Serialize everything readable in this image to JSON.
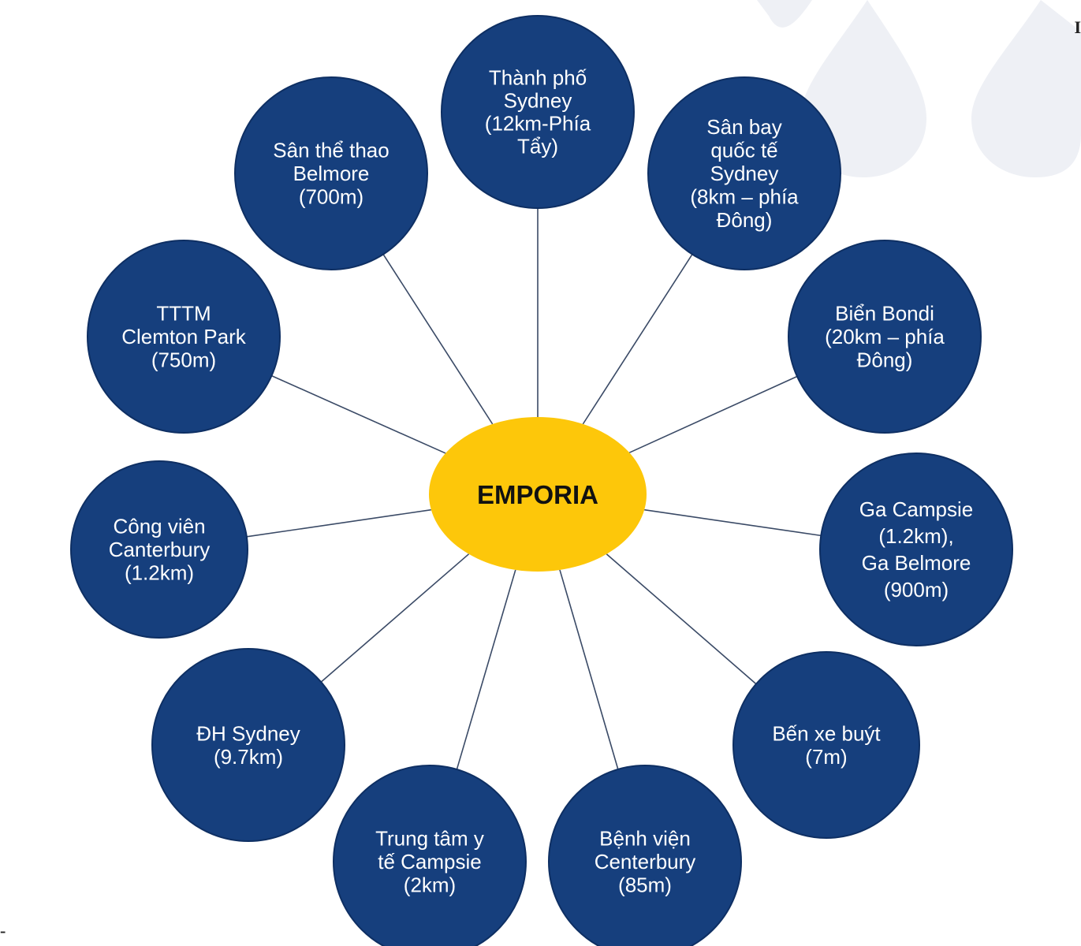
{
  "colors": {
    "node_fill": "#163f7d",
    "node_stroke": "#0e2f63",
    "hub_fill": "#fdc70a",
    "connector": "#3a4a66",
    "background_drop": "#eef0f5"
  },
  "hub": {
    "label": "EMPORIA"
  },
  "nodes": [
    {
      "id": "thanh-pho-sydney",
      "lines": [
        "Thành phố",
        "Sydney",
        "(12km-Phía",
        "Tẩy)"
      ]
    },
    {
      "id": "san-bay-quoc-te",
      "lines": [
        "Sân bay",
        "quốc tế",
        "Sydney",
        "(8km – phía",
        "Đông)"
      ]
    },
    {
      "id": "bien-bondi",
      "lines": [
        "Biển Bondi",
        "(20km – phía",
        "Đông)"
      ]
    },
    {
      "id": "ga-campsie",
      "lines": [
        "Ga Campsie",
        "(1.2km),",
        "Ga Belmore",
        "(900m)"
      ]
    },
    {
      "id": "ben-xe-buyt",
      "lines": [
        "Bến xe buýt",
        "(7m)"
      ]
    },
    {
      "id": "benh-vien-centerbury",
      "lines": [
        "Bệnh viện",
        "Centerbury",
        "(85m)"
      ]
    },
    {
      "id": "trung-tam-y-te",
      "lines": [
        "Trung tâm y",
        "tế Campsie",
        "(2km)"
      ]
    },
    {
      "id": "dh-sydney",
      "lines": [
        "ĐH Sydney",
        "(9.7km)"
      ]
    },
    {
      "id": "cong-vien-canterbury",
      "lines": [
        "Công viên",
        "Canterbury",
        "(1.2km)"
      ]
    },
    {
      "id": "tttm-clemton-park",
      "lines": [
        "TTTM",
        "Clemton Park",
        "(750m)"
      ]
    },
    {
      "id": "san-the-thao-belmore",
      "lines": [
        "Sân thể thao",
        "Belmore",
        "(700m)"
      ]
    }
  ]
}
